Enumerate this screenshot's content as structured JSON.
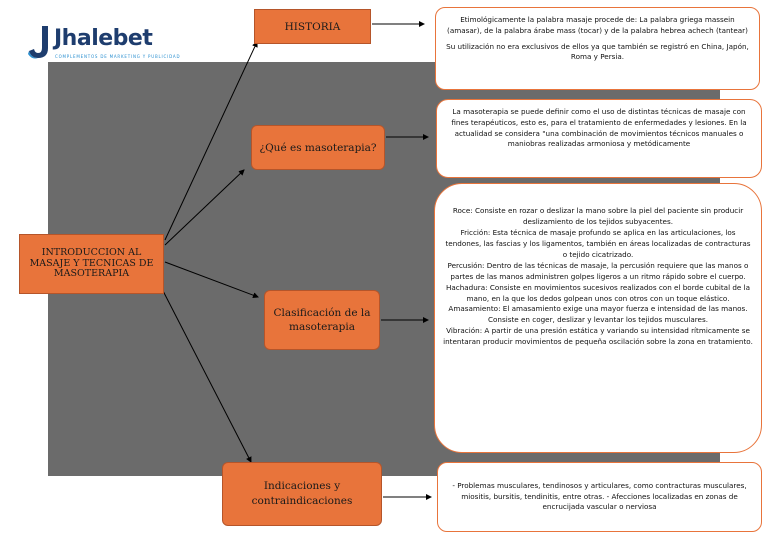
{
  "logo": {
    "name": "Jhalebet",
    "tagline": "COMPLEMENTOS DE MARKETING Y PUBLICIDAD"
  },
  "main": {
    "title": "INTRODUCCION AL MASAJE Y TECNICAS DE MASOTERAPIA"
  },
  "nodes": {
    "historia": "HISTORIA",
    "que_es": "¿Qué es masoterapia?",
    "clasificacion": "Clasificación de la masoterapia",
    "indicaciones": "Indicaciones y contraindicaciones"
  },
  "details": {
    "historia": [
      "Etimológicamente la palabra masaje procede de: La palabra griega massein (amasar), de la palabra árabe mass (tocar) y de la palabra hebrea achech (tantear)",
      "Su utilización no era exclusivos de ellos ya que también se registró en China, Japón, Roma y Persia."
    ],
    "que_es": "La masoterapia se puede definir como el uso de distintas técnicas de masaje con fines terapéuticos, esto es, para el tratamiento de enfermedades y lesiones. En la actualidad se considera \"una combinación de movimientos técnicos manuales o maniobras realizadas armoniosa y metódicamente",
    "clasificacion": [
      "Roce: Consiste en rozar o deslizar la mano sobre la piel del paciente sin producir deslizamiento de los tejidos subyacentes.",
      "Fricción: Esta técnica de masaje profundo se aplica en las articulaciones, los tendones, las fascias y los ligamentos, también en áreas localizadas de contracturas o tejido cicatrizado.",
      "Percusión: Dentro de las técnicas de masaje, la percusión requiere que las manos o partes de las manos administren golpes ligeros a un ritmo rápido sobre el cuerpo.",
      "Hachadura: Consiste en movimientos sucesivos realizados con el borde cubital de la mano, en la que los dedos golpean unos con otros con un toque elástico.",
      "Amasamiento: El amasamiento exige una mayor fuerza e intensidad de las manos. Consiste en coger, deslizar y levantar los tejidos musculares.",
      "Vibración: A partir de una presión estática y variando su intensidad rítmicamente se intentaran producir movimientos de pequeña oscilación sobre la zona en tratamiento."
    ],
    "indicaciones": "- Problemas musculares, tendinosos y articulares, como contracturas musculares, miositis, bursitis, tendinitis, entre otras. - Afecciones localizadas en zonas de encrucijada vascular o nerviosa"
  },
  "colors": {
    "orange": "#e8743b",
    "gray": "#6b6b6b",
    "logo_blue": "#1e3d6e",
    "logo_accent": "#2a8fd0"
  }
}
